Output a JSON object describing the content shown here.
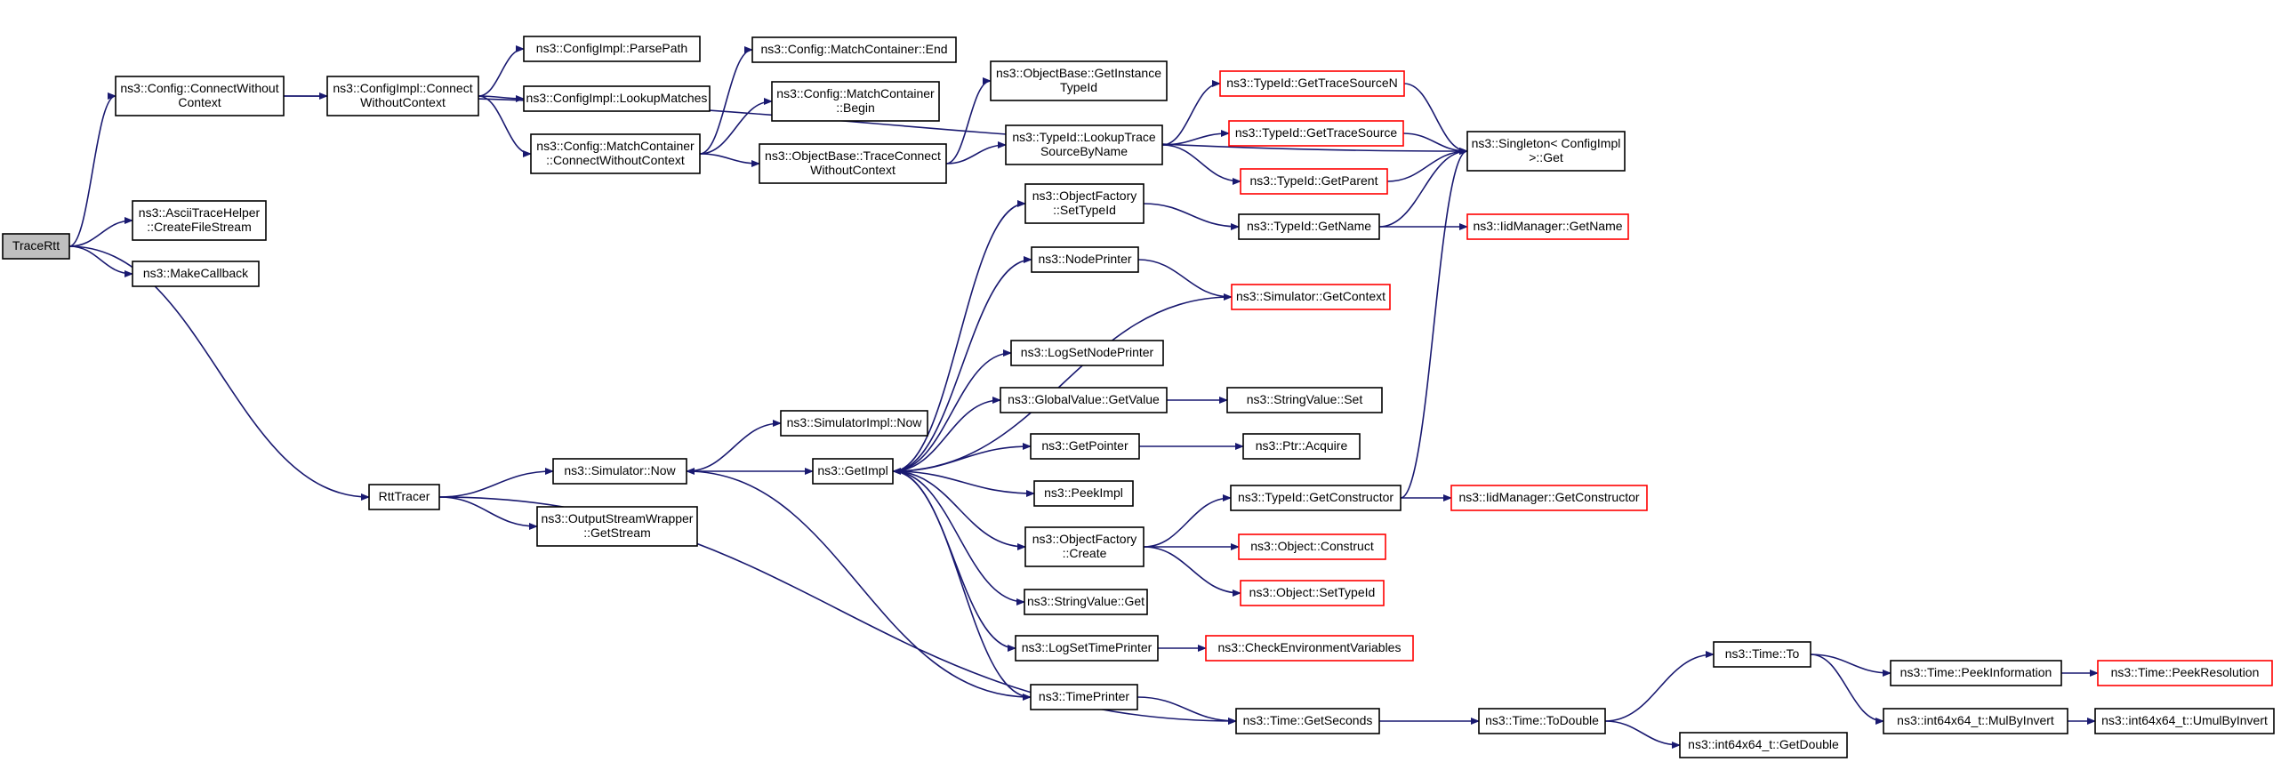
{
  "colors": {
    "edge": "#191970",
    "border_normal": "#000000",
    "border_truncated": "#ff0000",
    "root_fill": "#bfbfbf",
    "node_fill": "#ffffff"
  },
  "nodes": [
    {
      "id": "tracertt",
      "lines": [
        "TraceRtt"
      ],
      "style": "root"
    },
    {
      "id": "connect_without_context",
      "lines": [
        "ns3::Config::ConnectWithout",
        "Context"
      ],
      "style": "normal"
    },
    {
      "id": "ascii_create_file_stream",
      "lines": [
        "ns3::AsciiTraceHelper",
        "::CreateFileStream"
      ],
      "style": "normal"
    },
    {
      "id": "make_callback",
      "lines": [
        "ns3::MakeCallback"
      ],
      "style": "normal"
    },
    {
      "id": "rtt_tracer",
      "lines": [
        "RttTracer"
      ],
      "style": "normal"
    },
    {
      "id": "configimpl_connect",
      "lines": [
        "ns3::ConfigImpl::Connect",
        "WithoutContext"
      ],
      "style": "normal"
    },
    {
      "id": "configimpl_parsepath",
      "lines": [
        "ns3::ConfigImpl::ParsePath"
      ],
      "style": "normal"
    },
    {
      "id": "configimpl_lookupmatches",
      "lines": [
        "ns3::ConfigImpl::LookupMatches"
      ],
      "style": "normal"
    },
    {
      "id": "matchcontainer_connect",
      "lines": [
        "ns3::Config::MatchContainer",
        "::ConnectWithoutContext"
      ],
      "style": "normal"
    },
    {
      "id": "matchcontainer_end",
      "lines": [
        "ns3::Config::MatchContainer::End"
      ],
      "style": "normal"
    },
    {
      "id": "matchcontainer_begin",
      "lines": [
        "ns3::Config::MatchContainer",
        "::Begin"
      ],
      "style": "normal"
    },
    {
      "id": "objectbase_traceconnect",
      "lines": [
        "ns3::ObjectBase::TraceConnect",
        "WithoutContext"
      ],
      "style": "normal"
    },
    {
      "id": "objectbase_getinstancetypeid",
      "lines": [
        "ns3::ObjectBase::GetInstance",
        "TypeId"
      ],
      "style": "normal"
    },
    {
      "id": "typeid_lookuptracesourcebyname",
      "lines": [
        "ns3::TypeId::LookupTrace",
        "SourceByName"
      ],
      "style": "normal"
    },
    {
      "id": "typeid_gettracesourcen",
      "lines": [
        "ns3::TypeId::GetTraceSourceN"
      ],
      "style": "truncated"
    },
    {
      "id": "typeid_gettracesource",
      "lines": [
        "ns3::TypeId::GetTraceSource"
      ],
      "style": "truncated"
    },
    {
      "id": "typeid_getparent",
      "lines": [
        "ns3::TypeId::GetParent"
      ],
      "style": "truncated"
    },
    {
      "id": "singleton_get",
      "lines": [
        "ns3::Singleton< ConfigImpl",
        " >::Get"
      ],
      "style": "normal"
    },
    {
      "id": "objectfactory_settypeid",
      "lines": [
        "ns3::ObjectFactory",
        "::SetTypeId"
      ],
      "style": "normal"
    },
    {
      "id": "typeid_getname",
      "lines": [
        "ns3::TypeId::GetName"
      ],
      "style": "normal"
    },
    {
      "id": "iidmanager_getname",
      "lines": [
        "ns3::IidManager::GetName"
      ],
      "style": "truncated"
    },
    {
      "id": "nodeprinter",
      "lines": [
        "ns3::NodePrinter"
      ],
      "style": "normal"
    },
    {
      "id": "simulator_getcontext",
      "lines": [
        "ns3::Simulator::GetContext"
      ],
      "style": "truncated"
    },
    {
      "id": "logsetnodeprinter",
      "lines": [
        "ns3::LogSetNodePrinter"
      ],
      "style": "normal"
    },
    {
      "id": "globalvalue_getvalue",
      "lines": [
        "ns3::GlobalValue::GetValue"
      ],
      "style": "normal"
    },
    {
      "id": "stringvalue_set",
      "lines": [
        "ns3::StringValue::Set"
      ],
      "style": "normal"
    },
    {
      "id": "getpointer",
      "lines": [
        "ns3::GetPointer"
      ],
      "style": "normal"
    },
    {
      "id": "ptr_acquire",
      "lines": [
        "ns3::Ptr::Acquire"
      ],
      "style": "normal"
    },
    {
      "id": "simulatorimpl_now",
      "lines": [
        "ns3::SimulatorImpl::Now"
      ],
      "style": "normal"
    },
    {
      "id": "simulator_now",
      "lines": [
        "ns3::Simulator::Now"
      ],
      "style": "normal"
    },
    {
      "id": "getimpl",
      "lines": [
        "ns3::GetImpl"
      ],
      "style": "normal"
    },
    {
      "id": "peekimpl",
      "lines": [
        "ns3::PeekImpl"
      ],
      "style": "normal"
    },
    {
      "id": "outputstreamwrapper_getstream",
      "lines": [
        "ns3::OutputStreamWrapper",
        "::GetStream"
      ],
      "style": "normal"
    },
    {
      "id": "typeid_getconstructor",
      "lines": [
        "ns3::TypeId::GetConstructor"
      ],
      "style": "normal"
    },
    {
      "id": "iidmanager_getconstructor",
      "lines": [
        "ns3::IidManager::GetConstructor"
      ],
      "style": "truncated"
    },
    {
      "id": "objectfactory_create",
      "lines": [
        "ns3::ObjectFactory",
        "::Create"
      ],
      "style": "normal"
    },
    {
      "id": "object_construct",
      "lines": [
        "ns3::Object::Construct"
      ],
      "style": "truncated"
    },
    {
      "id": "object_settypeid",
      "lines": [
        "ns3::Object::SetTypeId"
      ],
      "style": "truncated"
    },
    {
      "id": "stringvalue_get",
      "lines": [
        "ns3::StringValue::Get"
      ],
      "style": "normal"
    },
    {
      "id": "logsettimeprinter",
      "lines": [
        "ns3::LogSetTimePrinter"
      ],
      "style": "normal"
    },
    {
      "id": "checkenvironmentvariables",
      "lines": [
        "ns3::CheckEnvironmentVariables"
      ],
      "style": "truncated"
    },
    {
      "id": "timeprinter",
      "lines": [
        "ns3::TimePrinter"
      ],
      "style": "normal"
    },
    {
      "id": "time_getseconds",
      "lines": [
        "ns3::Time::GetSeconds"
      ],
      "style": "normal"
    },
    {
      "id": "time_todouble",
      "lines": [
        "ns3::Time::ToDouble"
      ],
      "style": "normal"
    },
    {
      "id": "time_to",
      "lines": [
        "ns3::Time::To"
      ],
      "style": "normal"
    },
    {
      "id": "int64x64_getdouble",
      "lines": [
        "ns3::int64x64_t::GetDouble"
      ],
      "style": "normal"
    },
    {
      "id": "time_peekinformation",
      "lines": [
        "ns3::Time::PeekInformation"
      ],
      "style": "normal"
    },
    {
      "id": "time_peekresolution",
      "lines": [
        "ns3::Time::PeekResolution"
      ],
      "style": "truncated"
    },
    {
      "id": "int64x64_mulbyinvert",
      "lines": [
        "ns3::int64x64_t::MulByInvert"
      ],
      "style": "normal"
    },
    {
      "id": "int64x64_umulbyinvert",
      "lines": [
        "ns3::int64x64_t::UmulByInvert"
      ],
      "style": "normal"
    }
  ],
  "edges": [
    [
      "tracertt",
      "connect_without_context"
    ],
    [
      "tracertt",
      "ascii_create_file_stream"
    ],
    [
      "tracertt",
      "make_callback"
    ],
    [
      "tracertt",
      "rtt_tracer"
    ],
    [
      "connect_without_context",
      "configimpl_connect"
    ],
    [
      "connect_without_context",
      "singleton_get"
    ],
    [
      "configimpl_connect",
      "configimpl_parsepath"
    ],
    [
      "configimpl_connect",
      "configimpl_lookupmatches"
    ],
    [
      "configimpl_connect",
      "matchcontainer_connect"
    ],
    [
      "matchcontainer_connect",
      "matchcontainer_end"
    ],
    [
      "matchcontainer_connect",
      "matchcontainer_begin"
    ],
    [
      "matchcontainer_connect",
      "objectbase_traceconnect"
    ],
    [
      "objectbase_traceconnect",
      "objectbase_getinstancetypeid"
    ],
    [
      "objectbase_traceconnect",
      "typeid_lookuptracesourcebyname"
    ],
    [
      "typeid_lookuptracesourcebyname",
      "typeid_gettracesourcen"
    ],
    [
      "typeid_lookuptracesourcebyname",
      "typeid_gettracesource"
    ],
    [
      "typeid_lookuptracesourcebyname",
      "typeid_getparent"
    ],
    [
      "typeid_gettracesourcen",
      "singleton_get"
    ],
    [
      "typeid_gettracesource",
      "singleton_get"
    ],
    [
      "typeid_getparent",
      "singleton_get"
    ],
    [
      "typeid_getname",
      "singleton_get"
    ],
    [
      "typeid_getconstructor",
      "singleton_get"
    ],
    [
      "objectfactory_settypeid",
      "typeid_getname"
    ],
    [
      "typeid_getname",
      "iidmanager_getname"
    ],
    [
      "nodeprinter",
      "simulator_getcontext"
    ],
    [
      "simulator_getcontext",
      "getimpl"
    ],
    [
      "globalvalue_getvalue",
      "stringvalue_set"
    ],
    [
      "getpointer",
      "ptr_acquire"
    ],
    [
      "rtt_tracer",
      "simulator_now"
    ],
    [
      "rtt_tracer",
      "outputstreamwrapper_getstream"
    ],
    [
      "rtt_tracer",
      "time_getseconds"
    ],
    [
      "simulator_now",
      "simulatorimpl_now"
    ],
    [
      "simulator_now",
      "getimpl"
    ],
    [
      "getimpl",
      "objectfactory_settypeid"
    ],
    [
      "getimpl",
      "nodeprinter"
    ],
    [
      "getimpl",
      "logsetnodeprinter"
    ],
    [
      "getimpl",
      "globalvalue_getvalue"
    ],
    [
      "getimpl",
      "getpointer"
    ],
    [
      "getimpl",
      "peekimpl"
    ],
    [
      "getimpl",
      "objectfactory_create"
    ],
    [
      "getimpl",
      "stringvalue_get"
    ],
    [
      "getimpl",
      "logsettimeprinter"
    ],
    [
      "getimpl",
      "timeprinter"
    ],
    [
      "objectfactory_create",
      "typeid_getconstructor"
    ],
    [
      "objectfactory_create",
      "object_construct"
    ],
    [
      "objectfactory_create",
      "object_settypeid"
    ],
    [
      "typeid_getconstructor",
      "iidmanager_getconstructor"
    ],
    [
      "logsettimeprinter",
      "checkenvironmentvariables"
    ],
    [
      "timeprinter",
      "simulator_now"
    ],
    [
      "timeprinter",
      "time_getseconds"
    ],
    [
      "time_getseconds",
      "time_todouble"
    ],
    [
      "time_todouble",
      "time_to"
    ],
    [
      "time_todouble",
      "int64x64_getdouble"
    ],
    [
      "time_to",
      "time_peekinformation"
    ],
    [
      "time_to",
      "int64x64_mulbyinvert"
    ],
    [
      "time_peekinformation",
      "time_peekresolution"
    ],
    [
      "int64x64_mulbyinvert",
      "int64x64_umulbyinvert"
    ]
  ]
}
